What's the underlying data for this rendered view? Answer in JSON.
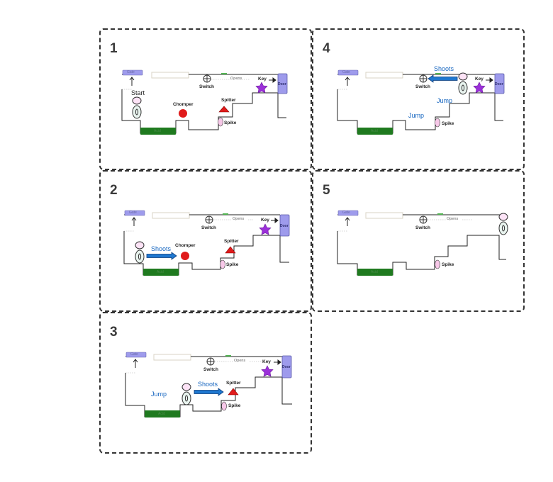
{
  "labels": {
    "gate": "Gate",
    "switch": "Switch",
    "opens": "Opens",
    "key": "Key",
    "door": "Door",
    "start": "Start",
    "chomper": "Chomper",
    "spitter": "Spitter",
    "spike": "Spike",
    "pit": "Acid",
    "shoots": "Shoots",
    "jump": "Jump"
  },
  "panels": [
    {
      "number": "1",
      "step": "start"
    },
    {
      "number": "2",
      "step": "shoot-chomper"
    },
    {
      "number": "3",
      "step": "jump-and-shoot-spitter"
    },
    {
      "number": "4",
      "step": "jump-shoot-switch"
    },
    {
      "number": "5",
      "step": "exit-door"
    }
  ],
  "colors": {
    "border": "#333333",
    "gate": "#9e9bec",
    "door": "#9e9bec",
    "pit": "#1f7a1f",
    "chomper": "#e01b1b",
    "spitter": "#e01b1b",
    "key": "#9b30d9",
    "spike": "#f7c8e8",
    "arrow": "#1f78d0",
    "label_blue": "#1565c0"
  }
}
